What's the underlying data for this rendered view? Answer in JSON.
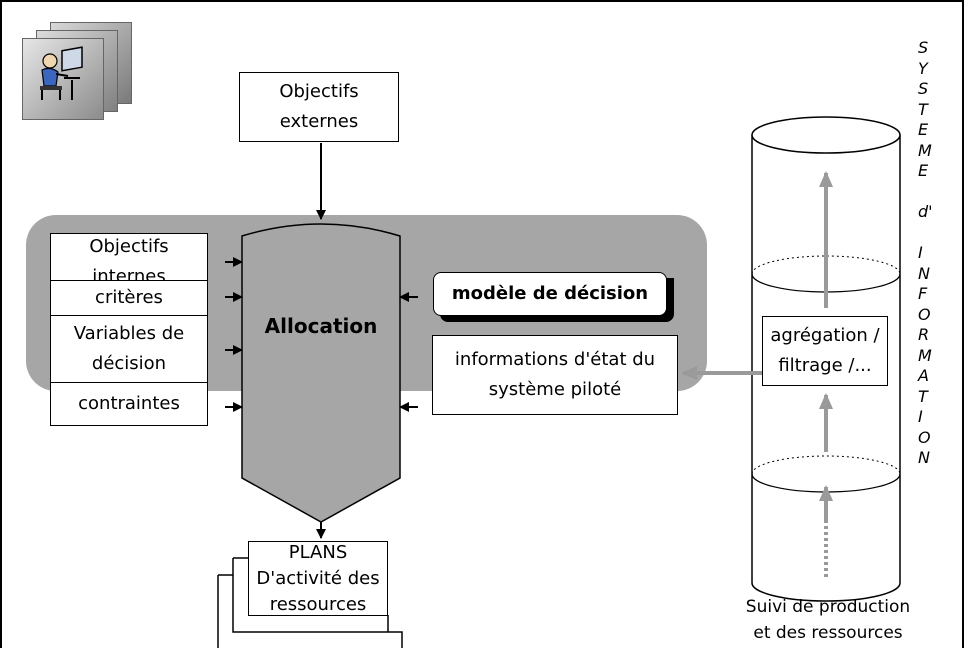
{
  "diagram": {
    "objectifs_externes": "Objectifs\nexternes",
    "objectifs_internes": "Objectifs\ninternes",
    "criteres": "critères",
    "variables": "Variables de\ndécision",
    "contraintes": "contraintes",
    "allocation": "Allocation",
    "modele": "modèle de décision",
    "informations": "informations d'état du\nsystème piloté",
    "agregation": "agrégation /\nfiltrage /...",
    "plans": "PLANS\nD'activité des\nressources",
    "suivi": "Suivi de production\net des ressources",
    "vertical_text": "S\nY\nS\nT\nE\nM\nE\n\nd'\n\nI\nN\nF\nO\nR\nM\nA\nT\nI\nO\nN"
  },
  "colors": {
    "panel": "#a6a6a6",
    "gray_arrow": "#9a9a9a",
    "border": "#000000"
  },
  "icon": "person-at-computer-icon"
}
